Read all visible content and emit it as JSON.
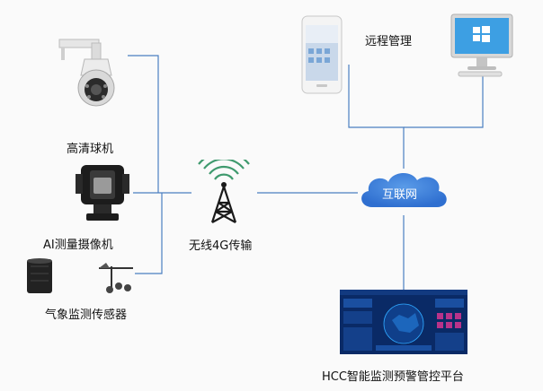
{
  "nodes": {
    "dome_camera": {
      "label": "高清球机",
      "icon": "ptz-dome-camera-icon"
    },
    "ai_camera": {
      "label": "AI测量摄像机",
      "icon": "ai-camera-icon"
    },
    "weather_sensor": {
      "label": "气象监测传感器",
      "icon": "weather-sensor-icon"
    },
    "wireless": {
      "label": "无线4G传输",
      "icon": "signal-tower-icon"
    },
    "internet": {
      "label": "互联网",
      "icon": "cloud-icon"
    },
    "remote": {
      "label": "远程管理",
      "icons": [
        "smartphone-icon",
        "desktop-monitor-icon"
      ]
    },
    "platform": {
      "label": "HCC智能监测预警管控平台",
      "icon": "dashboard-screen-icon"
    }
  },
  "colors": {
    "line": "#4a7fc1",
    "cloud": "#2f6fd0",
    "cloud_light": "#5a9be8",
    "tower_arc": "#3f9a6e",
    "tower": "#1a1a1a",
    "screen": "#0a2a66"
  }
}
